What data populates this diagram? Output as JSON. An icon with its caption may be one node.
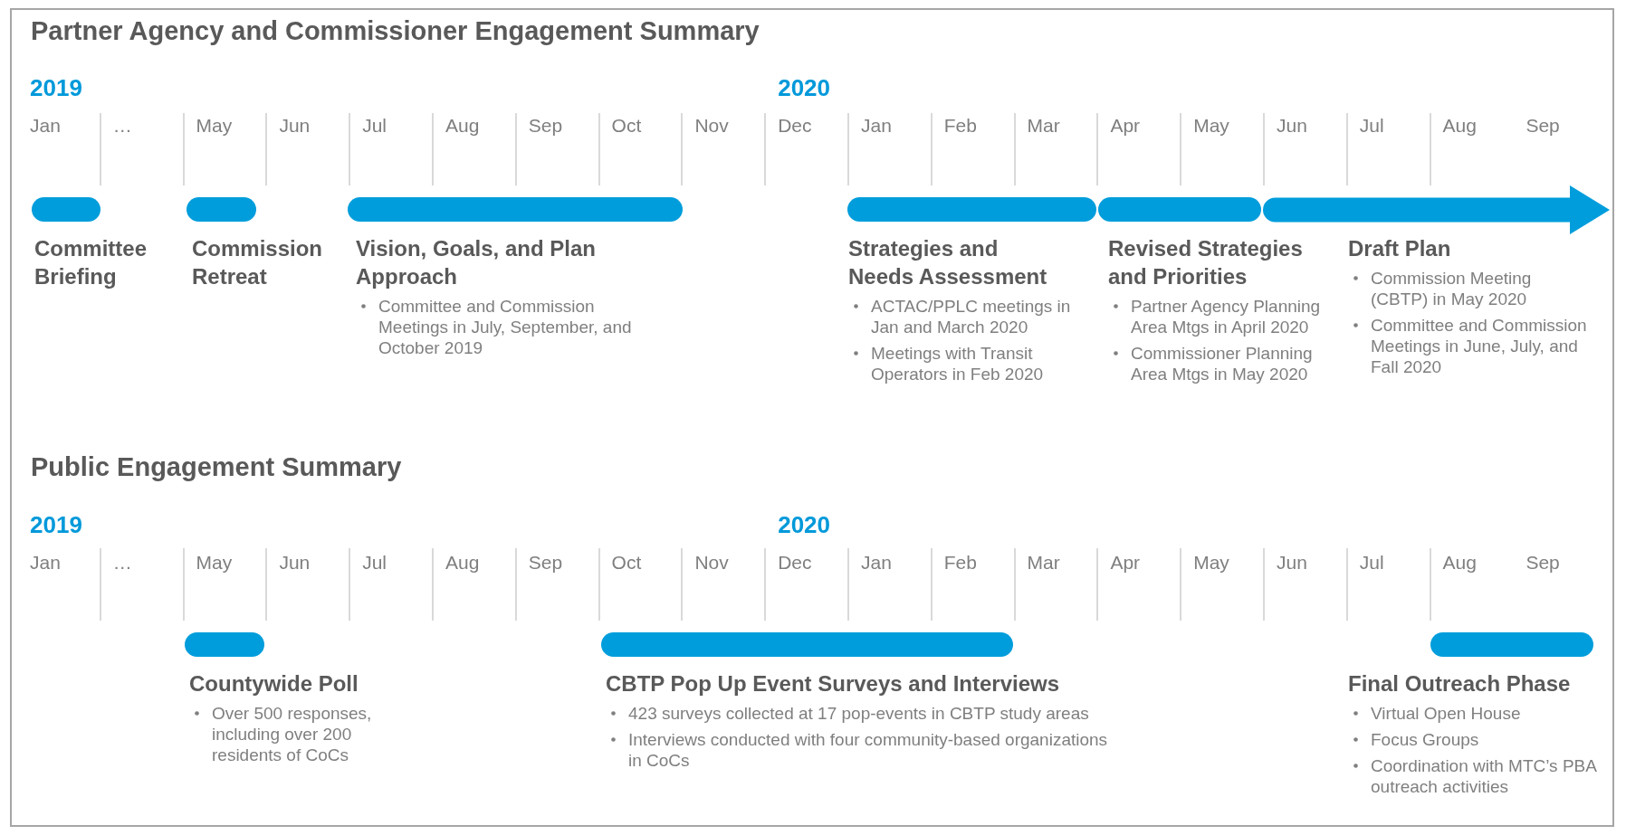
{
  "diagram": {
    "title": "Partner Agency and Commissioner Engagement Summary",
    "nodes": [
      {
        "text": [],
        "shape": "bar"
      },
      {
        "text": [
          "Committee Briefing"
        ]
      },
      {
        "text": [],
        "shape": "bar"
      },
      {
        "text": [
          "Commission Retreat"
        ]
      },
      {
        "text": [],
        "shape": "bar"
      },
      {
        "text": [
          "Vision, Goals, and Plan Approach",
          "Committee and Commission Meetings in July, September, and October 2019"
        ]
      },
      {
        "text": [],
        "shape": "bar"
      },
      {
        "text": [
          "Strategies and Needs Assessment",
          "ACTAC/PPLC meetings in Jan and March 2020",
          "Meetings with Transit Operators in Feb 2020"
        ]
      },
      {
        "text": [],
        "shape": "bar"
      },
      {
        "text": [
          "Revised Strategies and Priorities",
          "Partner Agency Planning Area Mtgs in April 2020",
          "Commissioner Planning Area Mtgs in May 2020"
        ]
      },
      {
        "text": [],
        "shape": "arrow"
      },
      {
        "text": [
          "Draft Plan",
          "Commission Meeting (CBTP) in May 2020",
          "Committee and Commission Meetings in June, July, and Fall 2020"
        ]
      },
      {
        "text": [],
        "shape": "bar"
      },
      {
        "text": [
          "Countywide Poll",
          "Over 500 responses, including over 200 residents of CoCs"
        ]
      },
      {
        "text": [],
        "shape": "bar"
      },
      {
        "text": [
          "CBTP Pop Up Event Surveys and Interviews",
          "423 surveys collected at 17 pop-events in CBTP study areas",
          "Interviews conducted with four community-based organizations in CoCs"
        ]
      },
      {
        "text": [],
        "shape": "bar"
      },
      {
        "text": [
          "Final Outreach Phase",
          "Virtual Open House",
          "Focus Groups",
          "Coordination with MTC’s PBA outreach activities"
        ]
      }
    ],
    "labels": [
      "2019",
      "2020",
      "Jan",
      "…",
      "May",
      "Jun",
      "Jul",
      "Aug",
      "Sep",
      "Oct",
      "Nov",
      "Dec",
      "Jan",
      "Feb",
      "Mar",
      "Apr",
      "May",
      "Jun",
      "Jul",
      "Aug",
      "Sep",
      "Public Engagement Summary",
      "2019",
      "2020",
      "Jan",
      "…",
      "May",
      "Jun",
      "Jul",
      "Aug",
      "Sep",
      "Oct",
      "Nov",
      "Dec",
      "Jan",
      "Feb",
      "Mar",
      "Apr",
      "May",
      "Jun",
      "Jul",
      "Aug",
      "Sep"
    ]
  }
}
